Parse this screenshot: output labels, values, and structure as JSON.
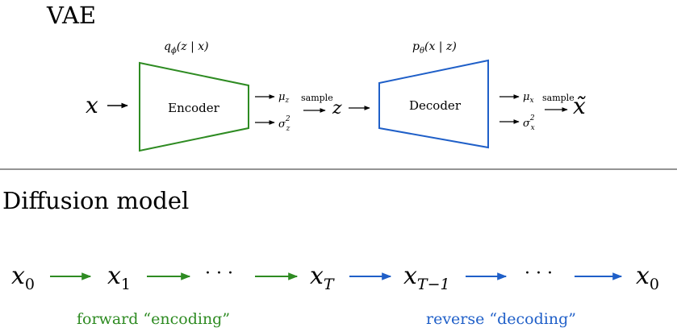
{
  "vae": {
    "title": "VAE",
    "q_label": "q",
    "q_sub": "ϕ",
    "q_args": "(z | x)",
    "p_label": "p",
    "p_sub": "θ",
    "p_args": "(x | z)",
    "input_var": "x",
    "encoder": "Encoder",
    "enc_mu": "μ",
    "enc_mu_sub": "z",
    "enc_sigma": "σ",
    "enc_sigma_sup": "2",
    "enc_sigma_sub": "z",
    "sample_label_1": "sample",
    "latent_var": "z",
    "decoder": "Decoder",
    "dec_mu": "μ",
    "dec_mu_sub": "x",
    "dec_sigma": "σ",
    "dec_sigma_sup": "2",
    "dec_sigma_sub": "x",
    "sample_label_2": "sample",
    "output_var": "x̃"
  },
  "diffusion": {
    "title": "Diffusion model",
    "x0": "x",
    "x0_sub": "0",
    "x1": "x",
    "x1_sub": "1",
    "dots_1": "· · ·",
    "xT": "x",
    "xT_sub": "T",
    "xT1": "x",
    "xT1_sub": "T−1",
    "dots_2": "· · ·",
    "x0_end": "x",
    "x0_end_sub": "0",
    "forward_label": "forward “encoding”",
    "reverse_label": "reverse “decoding”"
  },
  "colors": {
    "green": "#2e8b22",
    "blue": "#1f5fc8",
    "divider": "#555555"
  }
}
